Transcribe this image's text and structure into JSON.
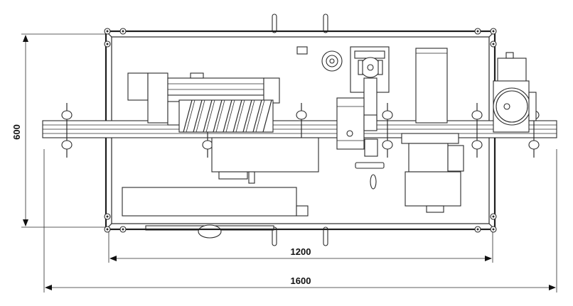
{
  "dimensions": {
    "height_label": "600",
    "inner_width_label": "1200",
    "total_width_label": "1600"
  }
}
